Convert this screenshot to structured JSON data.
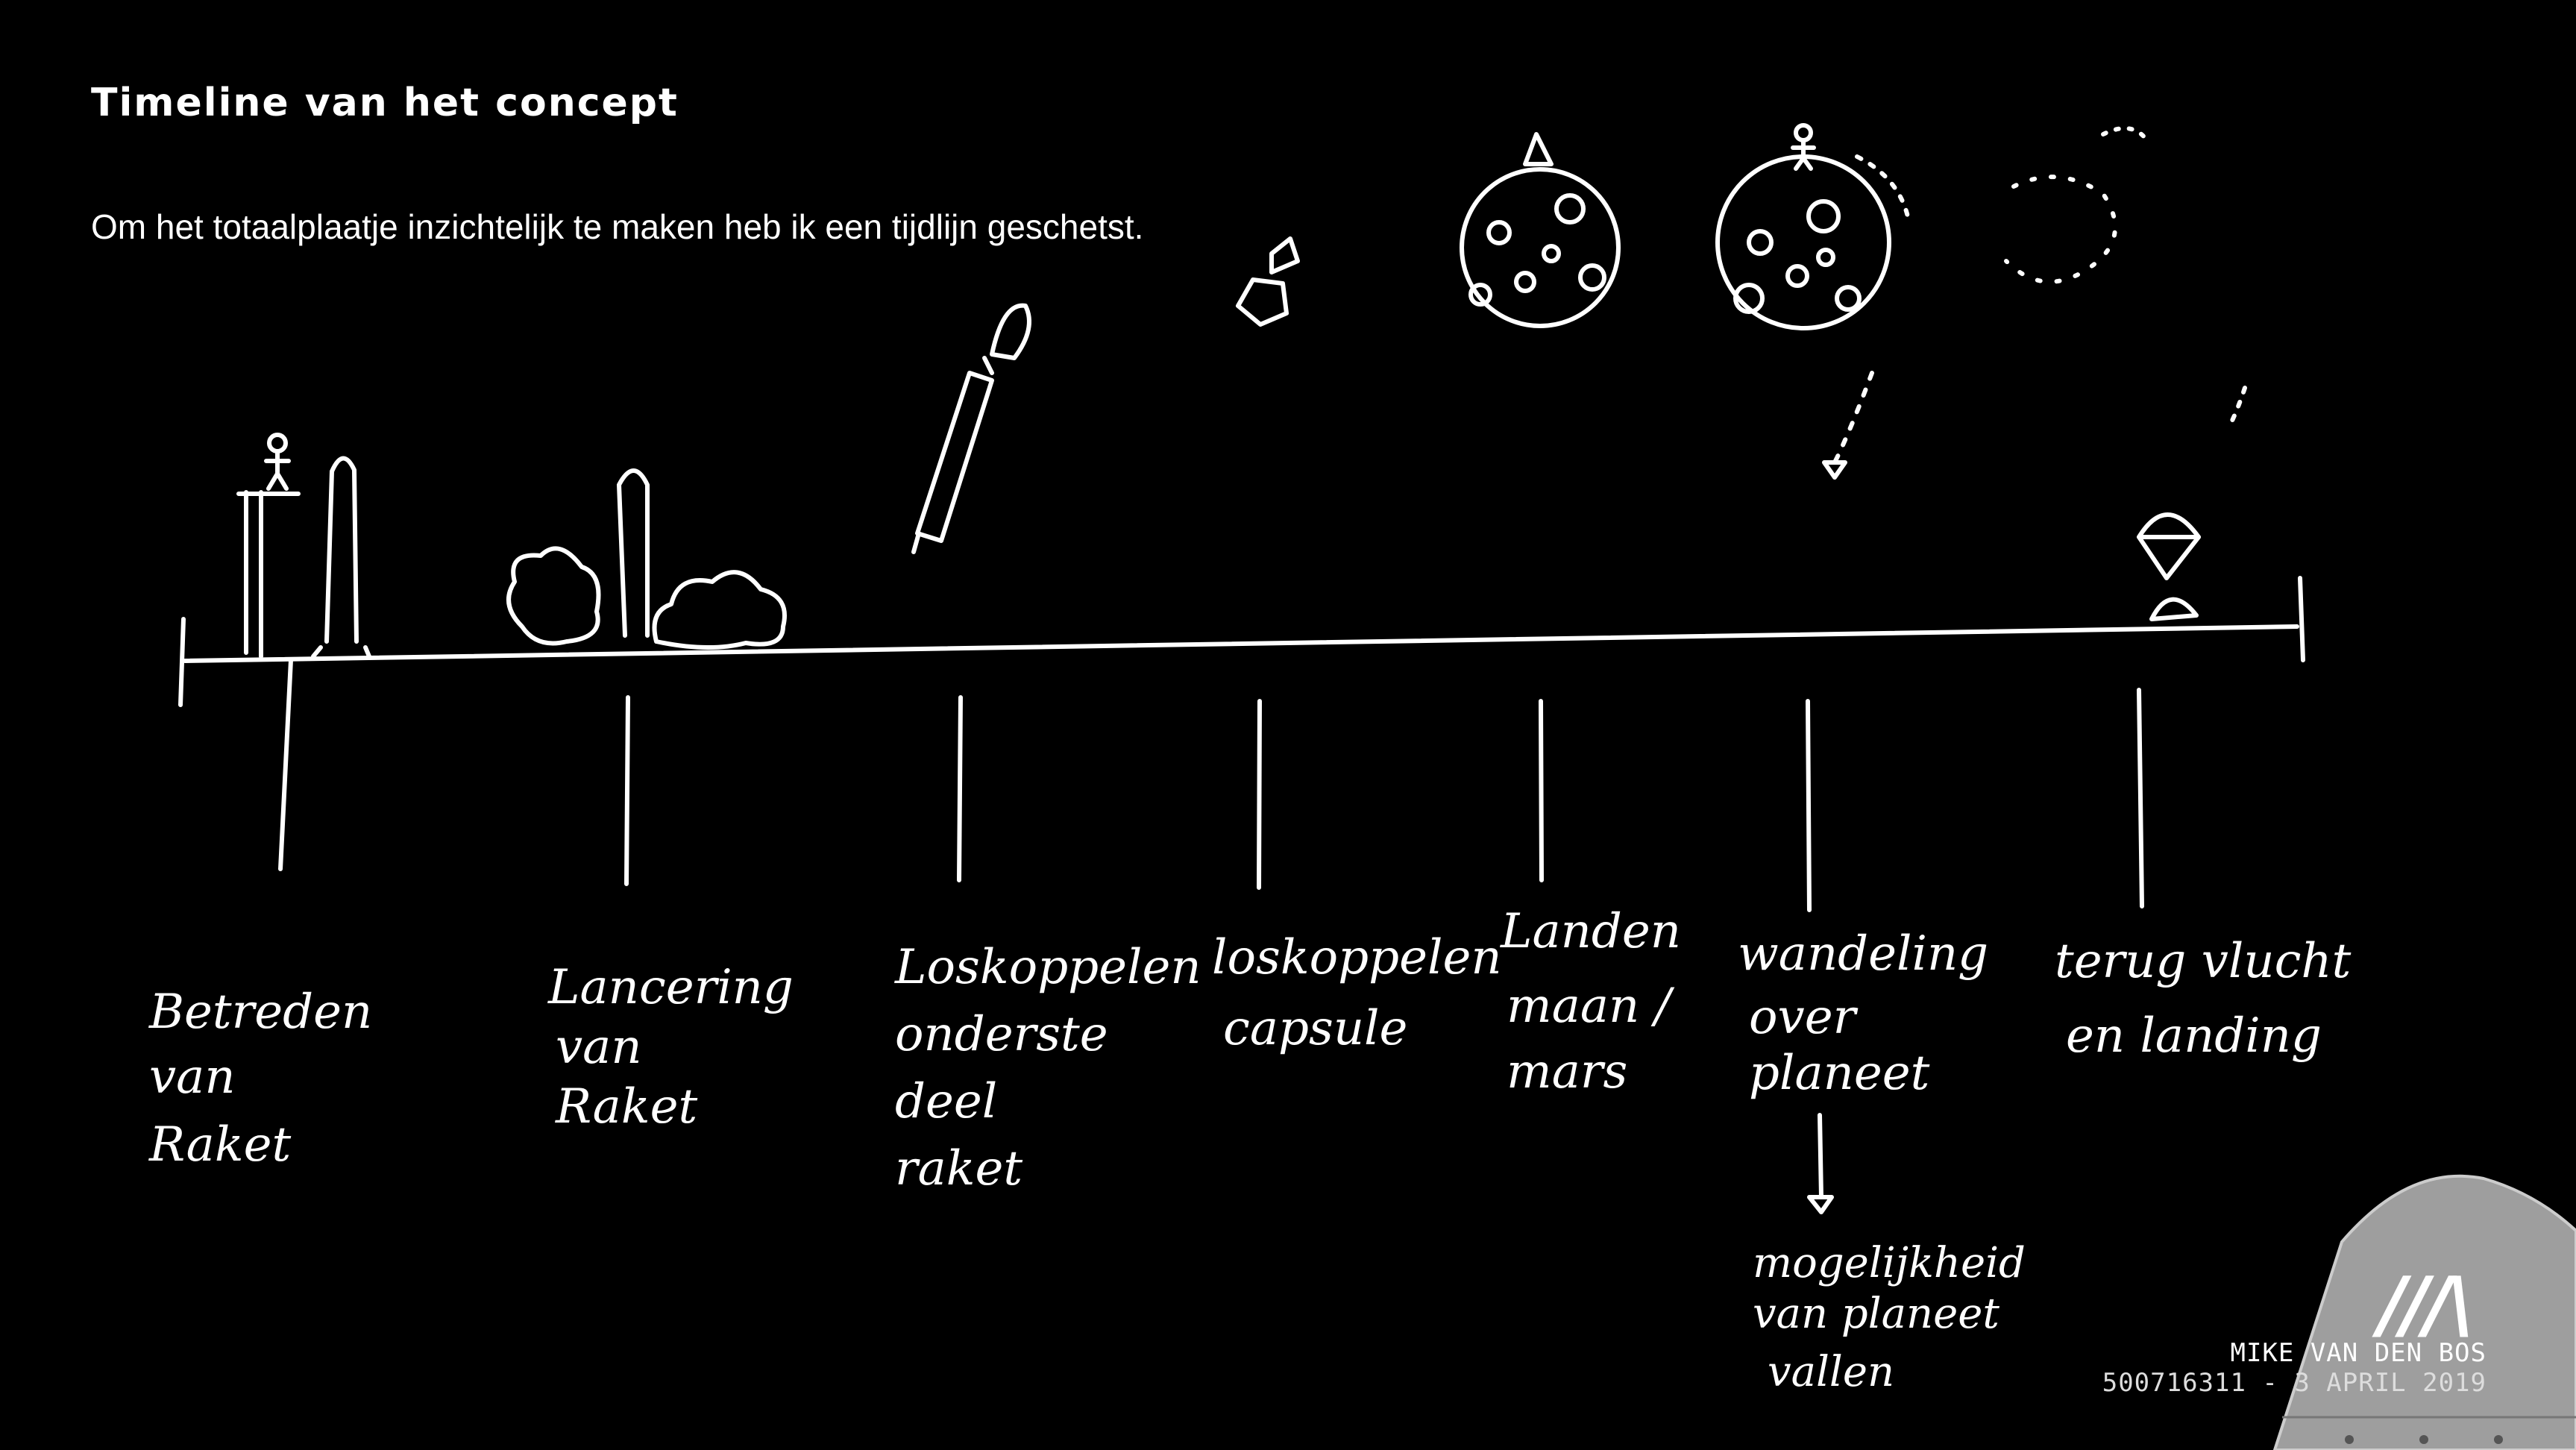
{
  "page": {
    "title": "Timeline van  het concept",
    "intro": "Om het totaalplaatje inzichtelijk te maken heb ik een tijdlijn geschetst."
  },
  "timeline": {
    "steps": [
      {
        "lines": [
          "Betreden",
          "van",
          "Raket"
        ]
      },
      {
        "lines": [
          "Lancering",
          "van",
          "Raket"
        ]
      },
      {
        "lines": [
          "Loskoppelen",
          "onderste",
          "deel",
          "raket"
        ]
      },
      {
        "lines": [
          "loskoppelen",
          "capsule"
        ]
      },
      {
        "lines": [
          "Landen",
          "maan /",
          "mars"
        ]
      },
      {
        "lines": [
          "wandeling",
          "over",
          "planeet"
        ]
      },
      {
        "lines": [
          "terug vlucht",
          "en landing"
        ]
      }
    ],
    "note": {
      "lines": [
        "mogelijkheid",
        "van planeet",
        "vallen"
      ]
    }
  },
  "footer": {
    "logo_text": "///\\",
    "author": "MIKE VAN DEN BOS",
    "meta": "500716311 - 3 APRIL 2019"
  },
  "colors": {
    "background": "#000000",
    "ink": "#ffffff",
    "capsule": "#9e9e9e"
  }
}
